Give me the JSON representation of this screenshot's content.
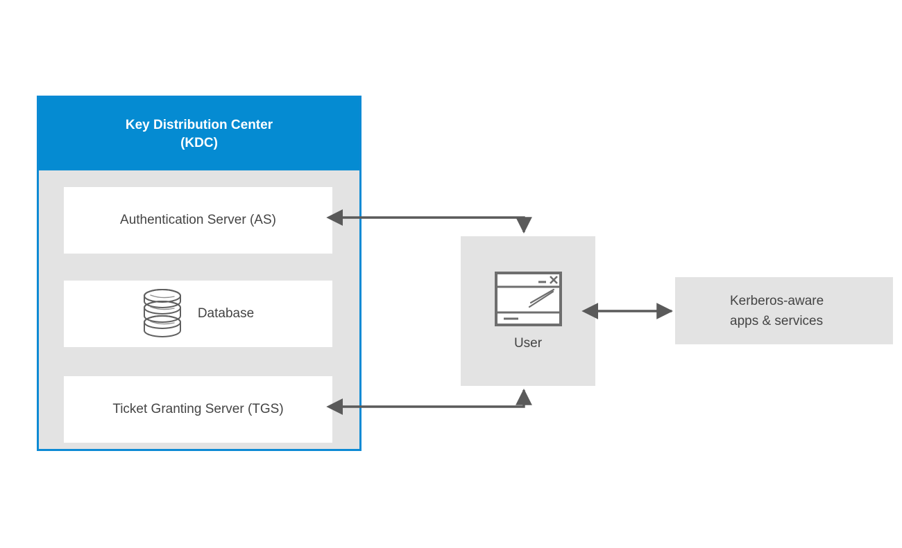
{
  "diagram": {
    "title": "Kerberos Key Distribution Center architecture",
    "colors": {
      "accent_blue": "#058bd2",
      "border_blue": "#0c8ad4",
      "panel_grey": "#e3e3e3",
      "box_white": "#ffffff",
      "text_grey": "#444444",
      "arrow_grey": "#5a5a5a"
    }
  },
  "kdc": {
    "header_line1": "Key Distribution Center",
    "header_line2": "(KDC)",
    "components": [
      {
        "id": "as",
        "label": "Authentication Server (AS)"
      },
      {
        "id": "db",
        "label": "Database",
        "icon": "database-icon"
      },
      {
        "id": "tgs",
        "label": "Ticket Granting Server (TGS)"
      }
    ]
  },
  "user": {
    "label": "User",
    "icon": "computer-window-icon",
    "window_controls": {
      "minimize": "_",
      "close": "×"
    }
  },
  "services": {
    "label": "Kerberos-aware\napps & services"
  },
  "connections": [
    {
      "id": "user-to-as",
      "from": "user",
      "to": "as",
      "direction": "bidirectional",
      "shape": "elbow",
      "description": "User exchanges with Authentication Server"
    },
    {
      "id": "user-to-tgs",
      "from": "user",
      "to": "tgs",
      "direction": "bidirectional",
      "shape": "elbow",
      "description": "User exchanges with Ticket Granting Server"
    },
    {
      "id": "user-to-services",
      "from": "user",
      "to": "services",
      "direction": "bidirectional",
      "shape": "straight",
      "description": "User exchanges with Kerberos-aware apps and services"
    }
  ]
}
